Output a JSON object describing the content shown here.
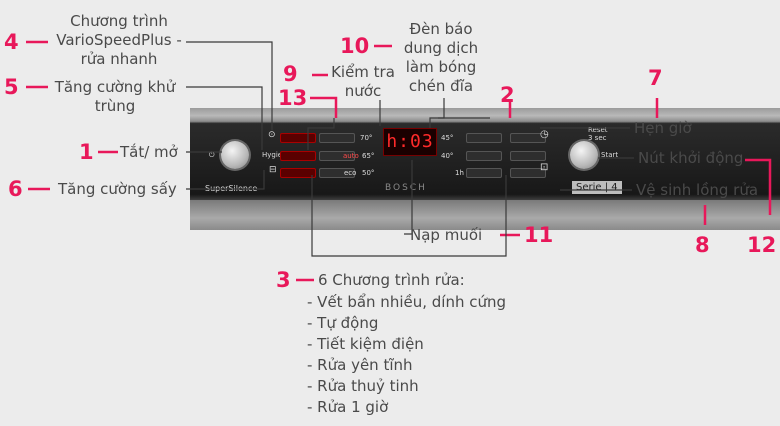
{
  "panel": {
    "display_time": "h:03",
    "serie_label": "Serie | 4",
    "supersilence_label": "SuperSilence",
    "brand": "BOSCH",
    "start_label": "Start",
    "reset_label": "Reset 3 sec",
    "temps": [
      "70°",
      "65°",
      "50°",
      "45°",
      "40°",
      "1h"
    ],
    "prog_labels": [
      "auto",
      "eco"
    ]
  },
  "callouts": [
    {
      "num": "1",
      "label": "Tắt/ mở"
    },
    {
      "num": "2",
      "label": ""
    },
    {
      "num": "3",
      "label": "6 Chương trình rửa:"
    },
    {
      "num": "4",
      "label": "Chương trình VarioSpeedPlus - rửa nhanh"
    },
    {
      "num": "5",
      "label": "Tăng cường khử trùng"
    },
    {
      "num": "6",
      "label": "Tăng cường sấy"
    },
    {
      "num": "7",
      "label": "Hẹn giờ"
    },
    {
      "num": "8",
      "label": ""
    },
    {
      "num": "9",
      "label": "Kiểm tra nước"
    },
    {
      "num": "10",
      "label": "Đèn báo dung dịch làm bóng chén đĩa"
    },
    {
      "num": "11",
      "label": "Nạp muối"
    },
    {
      "num": "12",
      "label": "Nút khởi động"
    },
    {
      "num": "13",
      "label": ""
    }
  ],
  "wash_programs": [
    "- Vết bẩn nhiều, dính cứng",
    "- Tự động",
    "- Tiết kiệm điện",
    "- Rửa yên tĩnh",
    "- Rửa thuỷ tinh",
    "- Rửa 1 giờ"
  ],
  "extra_labels": {
    "clean_machine": "Vệ sinh lồng rửa",
    "label4_line1": "Chương trình",
    "label4_line2": "VarioSpeedPlus -",
    "label4_line3": "rửa nhanh",
    "label5_line1": "Tăng cường khử",
    "label5_line2": "trùng",
    "label9_line1": "Kiểm tra",
    "label9_line2": "nước",
    "label10_line1": "Đèn báo",
    "label10_line2": "dung dịch",
    "label10_line3": "làm bóng",
    "label10_line4": "chén đĩa"
  },
  "colors": {
    "accent": "#e8185a",
    "text": "#4a4a4a",
    "background": "#ececec"
  }
}
